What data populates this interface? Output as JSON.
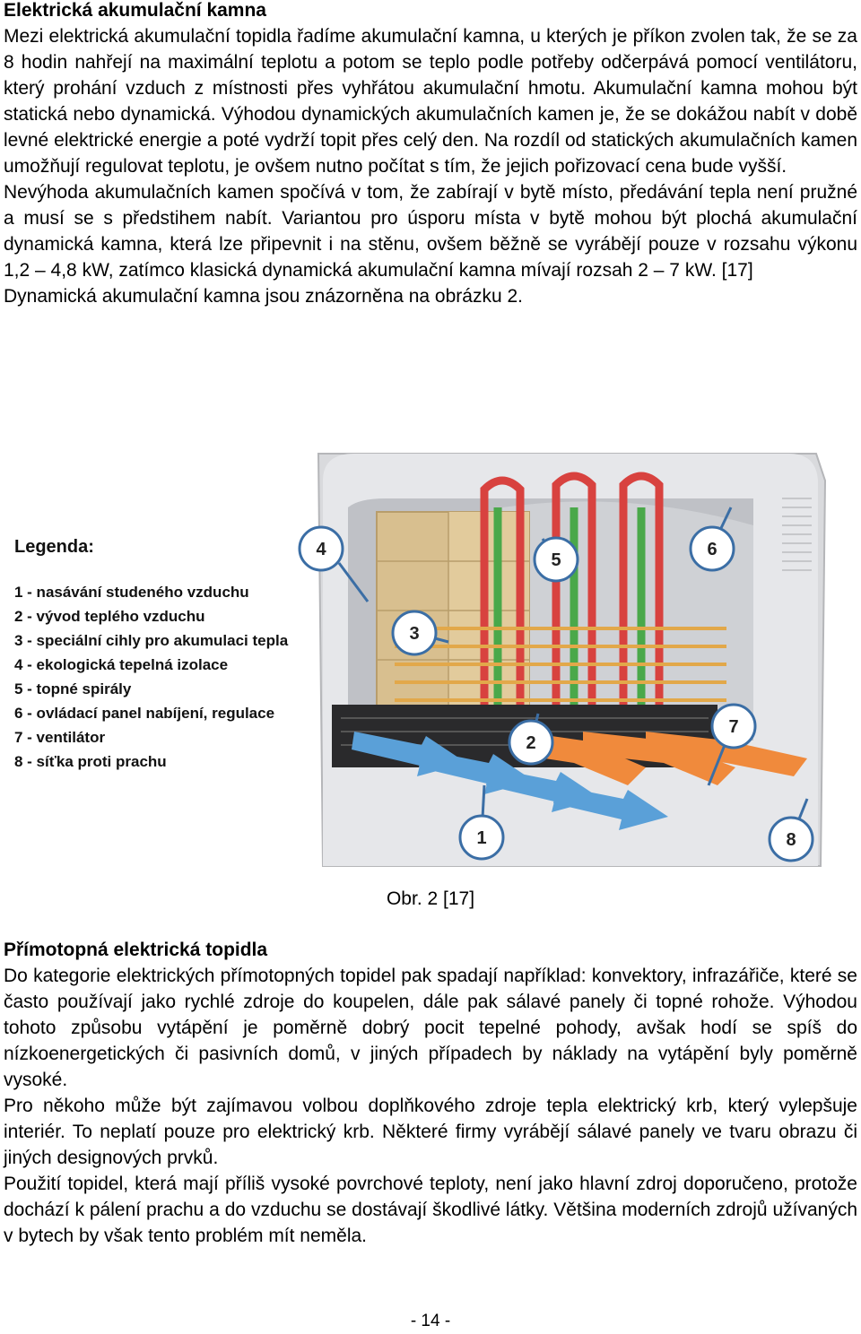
{
  "section1": {
    "title": "Elektrická akumulační kamna",
    "paragraphs": [
      "Mezi elektrická akumulační topidla řadíme akumulační kamna, u kterých je příkon zvolen tak, že se za 8 hodin nahřejí na maximální teplotu a potom se teplo podle potřeby odčerpává pomocí ventilátoru, který prohání vzduch z místnosti přes vyhřátou akumulační hmotu. Akumulační kamna mohou být statická nebo dynamická. Výhodou dynamických akumulačních kamen je, že se dokážou nabít v době levné elektrické energie a poté vydrží topit přes celý den. Na rozdíl od statických akumulačních kamen umožňují regulovat teplotu, je ovšem nutno počítat s tím, že jejich pořizovací cena bude vyšší.",
      "Nevýhoda akumulačních kamen spočívá v tom, že zabírají v bytě místo, předávání tepla není pružné a musí se s předstihem nabít. Variantou pro úsporu místa v bytě mohou být plochá akumulační dynamická kamna, která lze připevnit i na stěnu, ovšem běžně se vyrábějí pouze v rozsahu výkonu 1,2 – 4,8 kW, zatímco klasická dynamická akumulační kamna mívají rozsah 2 – 7 kW. [17]",
      "Dynamická akumulační kamna jsou  znázorněna na obrázku 2."
    ]
  },
  "figure": {
    "legend_title": "Legenda:",
    "legend_items": [
      "1 - nasávání studeného vzduchu",
      "2 - vývod teplého vzduchu",
      "3 - speciální cihly pro akumulaci tepla",
      "4 - ekologická tepelná izolace",
      "5 - topné spirály",
      "6 - ovládací panel nabíjení, regulace",
      "7 - ventilátor",
      "8 - síťka proti prachu"
    ],
    "callouts": [
      "1",
      "2",
      "3",
      "4",
      "5",
      "6",
      "7",
      "8"
    ],
    "caption": "Obr. 2 [17]"
  },
  "section2": {
    "title": "Přímotopná elektrická topidla",
    "paragraphs": [
      "Do kategorie elektrických přímotopných topidel pak spadají například: konvektory, infrazářiče, které se často používají jako rychlé zdroje do koupelen, dále pak sálavé panely či topné rohože. Výhodou tohoto způsobu vytápění je poměrně dobrý pocit tepelné pohody, avšak hodí se spíš do nízkoenergetických či pasivních domů, v jiných případech by náklady na vytápění byly poměrně vysoké.",
      "Pro někoho může být zajímavou volbou doplňkového zdroje tepla elektrický krb, který vylepšuje interiér. To neplatí pouze pro elektrický krb. Některé firmy vyrábějí sálavé panely ve tvaru obrazu či jiných designových prvků.",
      "Použití topidel, která mají příliš vysoké povrchové teploty, není jako hlavní zdroj doporučeno, protože dochází k pálení prachu a do vzduchu se dostávají škodlivé látky. Většina moderních zdrojů užívaných v bytech by však tento problém mít neměla."
    ]
  },
  "page_number": "- 14 -"
}
